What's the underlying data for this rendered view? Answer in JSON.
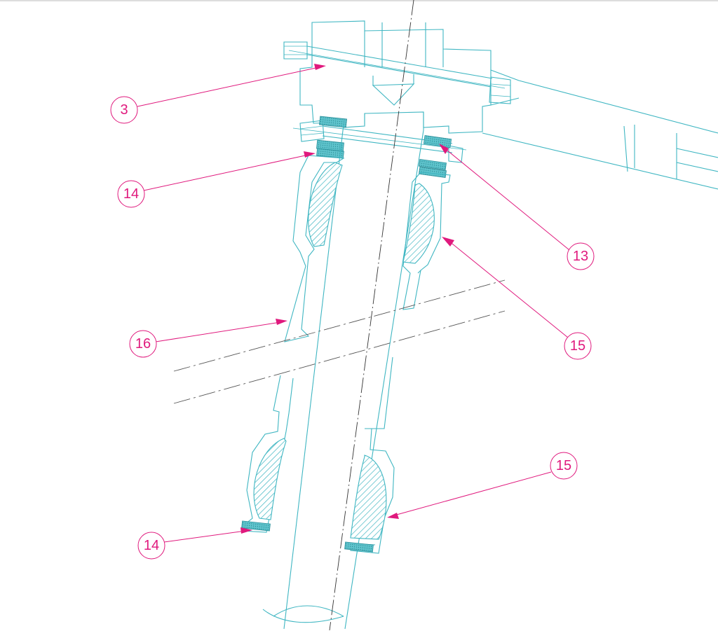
{
  "colors": {
    "drawing": "#3fb6c2",
    "callout": "#e0197d",
    "centerline": "#333333"
  },
  "callouts": [
    {
      "id": "c3",
      "label": "3"
    },
    {
      "id": "c14a",
      "label": "14"
    },
    {
      "id": "c13",
      "label": "13"
    },
    {
      "id": "c15a",
      "label": "15"
    },
    {
      "id": "c16",
      "label": "16"
    },
    {
      "id": "c15b",
      "label": "15"
    },
    {
      "id": "c14b",
      "label": "14"
    }
  ]
}
